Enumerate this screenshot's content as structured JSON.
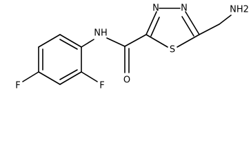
{
  "molecule": {
    "atoms": {
      "nh2": "NH2",
      "n_ring_left": "N",
      "n_ring_right": "N",
      "s_ring": "S",
      "n_amide": "NH",
      "o_carbonyl": "O",
      "f_ortho": "F",
      "f_para": "F"
    }
  }
}
